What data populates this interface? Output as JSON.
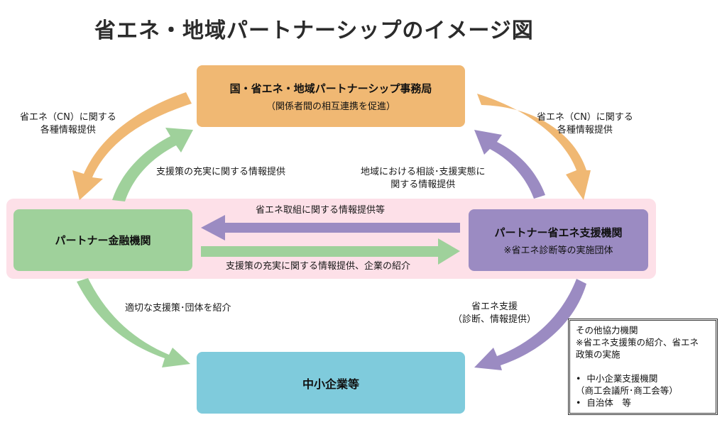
{
  "title": "省エネ・地域パートナーシップのイメージ図",
  "colors": {
    "hq": "#f0b873",
    "finance": "#9fd19b",
    "support": "#9b8bc2",
    "sme": "#7fcbdc",
    "band": "#fde0e8"
  },
  "nodes": {
    "hq": {
      "title": "国・省エネ・地域パートナーシップ事務局",
      "sub": "（関係者間の相互連携を促進）"
    },
    "finance": {
      "title": "パートナー金融機関"
    },
    "support": {
      "title": "パートナー省エネ支援機関",
      "sub": "※省エネ診断等の実施団体"
    },
    "sme": {
      "title": "中小企業等"
    }
  },
  "edges": {
    "hq_to_finance": {
      "line1": "省エネ（CN）に関する",
      "line2": "各種情報提供"
    },
    "finance_to_hq": {
      "line1": "支援策の充実に関する情報提供"
    },
    "hq_to_support": {
      "line1": "省エネ（CN）に関する",
      "line2": "各種情報提供"
    },
    "support_to_hq": {
      "line1": "地域における相談･支援実態に",
      "line2": "関する情報提供"
    },
    "support_to_finance": {
      "line1": "省エネ取組に関する情報提供等"
    },
    "finance_to_support": {
      "line1": "支援策の充実に関する情報提供、企業の紹介"
    },
    "finance_to_sme": {
      "line1": "適切な支援策･団体を紹介"
    },
    "support_to_sme": {
      "line1": "省エネ支援",
      "line2": "（診断、情報提供）"
    }
  },
  "other": {
    "heading": "その他協力機関",
    "note1": "※省エネ支援策の紹介、省エネ",
    "note2": "政策の実施",
    "items": [
      {
        "bullet": "•",
        "text": "中小企業支援機関"
      },
      {
        "bullet": "",
        "text": "（商工会議所･商工会等）"
      },
      {
        "bullet": "•",
        "text": "自治体　等"
      }
    ]
  }
}
